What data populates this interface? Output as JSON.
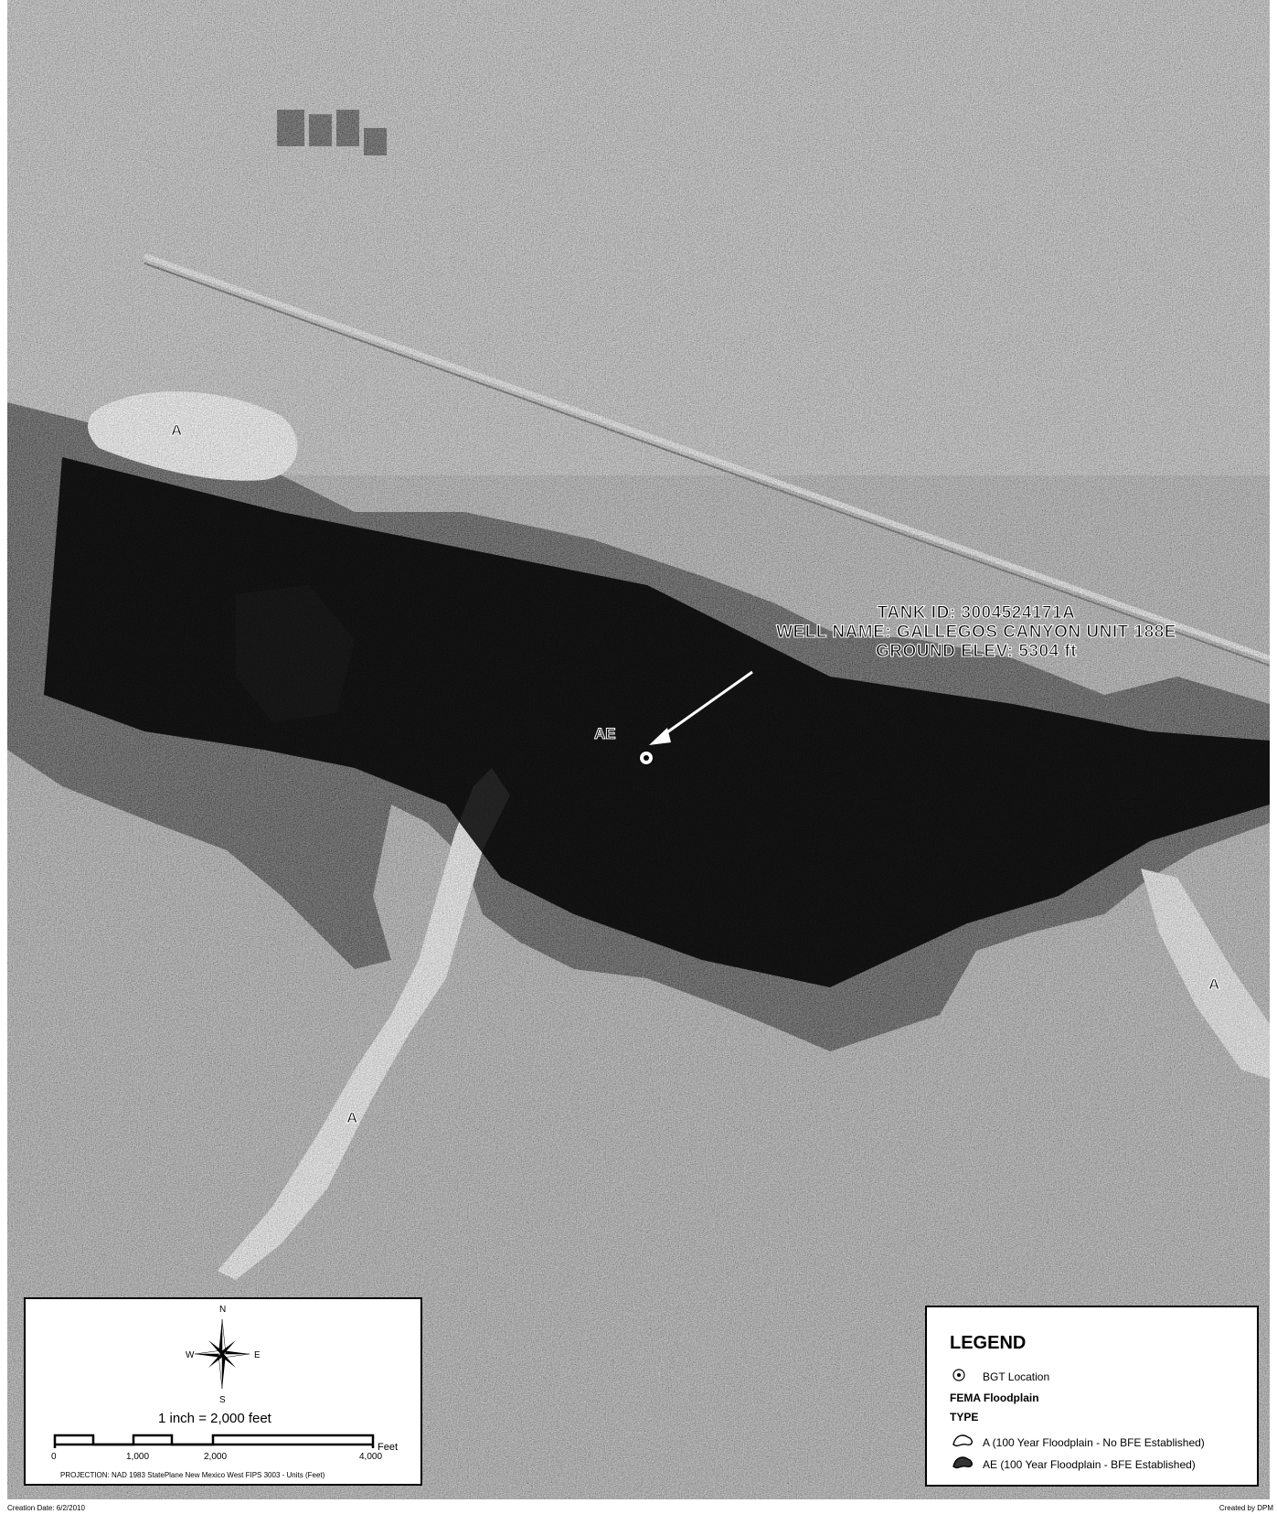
{
  "map": {
    "tank_label": {
      "line1": "TANK ID: 3004524171A",
      "line2": "WELL NAME: GALLEGOS CANYON UNIT 188E",
      "line3": "GROUND ELEV: 5304 ft"
    },
    "flood_labels": {
      "a_northwest": "A",
      "ae_center": "AE",
      "a_south": "A",
      "a_east": "A"
    }
  },
  "scale_box": {
    "north": "N",
    "south": "S",
    "east": "E",
    "west": "W",
    "scale_text": "1 inch = 2,000 feet",
    "ticks": [
      "0",
      "1,000",
      "2,000",
      "4,000"
    ],
    "units": "Feet",
    "projection": "PROJECTION: NAD 1983 StatePlane New Mexico West FIPS 3003 - Units (Feet)"
  },
  "legend": {
    "title": "LEGEND",
    "bgt_location": "BGT Location",
    "fema_heading": "FEMA Floodplain",
    "type_heading": "TYPE",
    "type_a": "A (100 Year Floodplain - No BFE Established)",
    "type_ae": "AE (100 Year Floodplain - BFE Established)"
  },
  "footer": {
    "creation_date": "Creation Date: 6/2/2010",
    "created_by": "Created by DPM"
  }
}
